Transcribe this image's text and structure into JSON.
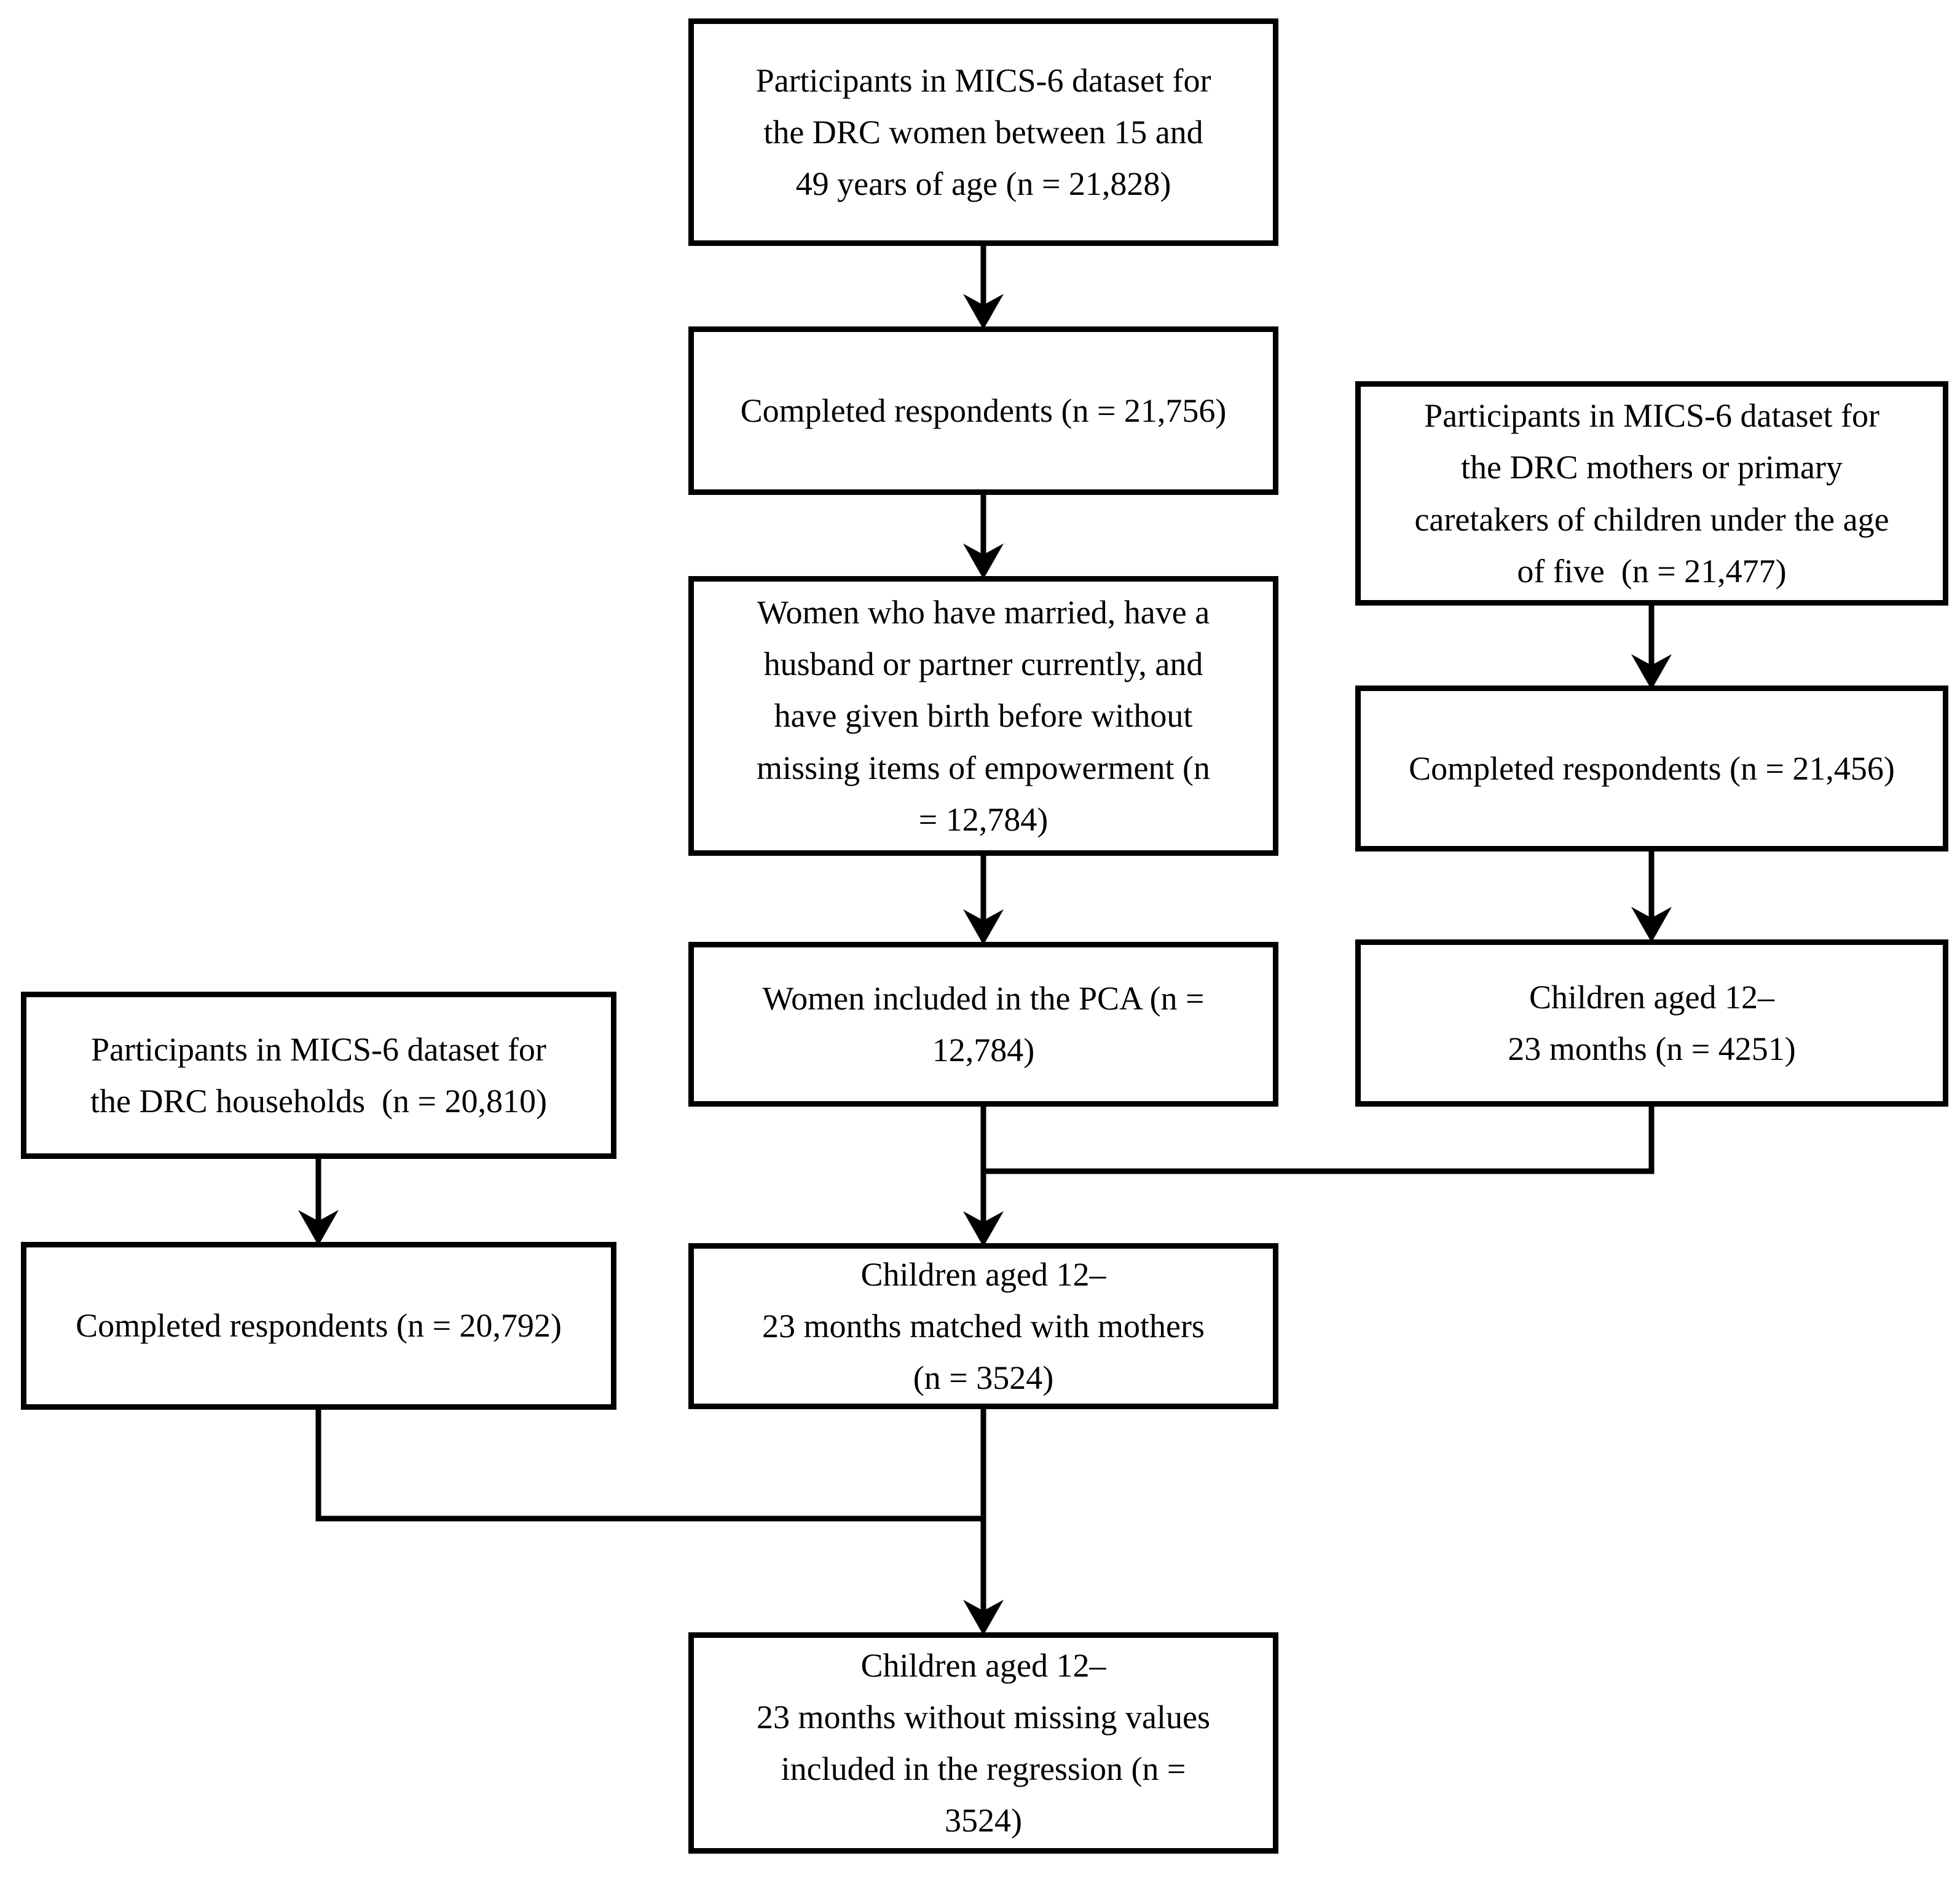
{
  "figure_type": "participant-flow-diagram",
  "colors": {
    "background": "#ffffff",
    "box_border": "#000000",
    "box_fill": "#ffffff",
    "line": "#000000",
    "text": "#000000"
  },
  "nodes": {
    "women_dataset": {
      "text": "Participants in MICS-6 dataset for\nthe DRC women between 15 and\n49 years of age (n = 21,828)",
      "n": "21,828"
    },
    "completed_women": {
      "text": "Completed respondents (n = 21,756)",
      "n": "21,756"
    },
    "married_women": {
      "text": "Women who have married, have a\nhusband or partner currently, and\nhave given birth before without\nmissing items of empowerment (n\n= 12,784)",
      "n": "12,784"
    },
    "pca_women": {
      "text": "Women included in the PCA (n =\n12,784)",
      "n": "12,784"
    },
    "mothers_dataset": {
      "text": "Participants in MICS-6 dataset for\nthe DRC mothers or primary\ncaretakers of children under the age\nof five  (n = 21,477)",
      "n": "21,477"
    },
    "completed_mothers": {
      "text": "Completed respondents (n = 21,456)",
      "n": "21,456"
    },
    "children_12_23": {
      "text": "Children aged 12–\n23 months (n = 4251)",
      "n": "4251"
    },
    "households_dataset": {
      "text": "Participants in MICS-6 dataset for\nthe DRC households  (n = 20,810)",
      "n": "20,810"
    },
    "completed_households": {
      "text": "Completed respondents (n = 20,792)",
      "n": "20,792"
    },
    "matched_children": {
      "text": "Children aged 12–\n23 months matched with mothers\n(n = 3524)",
      "n": "3524"
    },
    "regression_children": {
      "text": "Children aged 12–\n23 months without missing values\nincluded in the regression (n =\n3524)",
      "n": "3524"
    }
  },
  "edges": [
    {
      "from": "women_dataset",
      "to": "completed_women"
    },
    {
      "from": "completed_women",
      "to": "married_women"
    },
    {
      "from": "married_women",
      "to": "pca_women"
    },
    {
      "from": "pca_women",
      "to": "matched_children"
    },
    {
      "from": "mothers_dataset",
      "to": "completed_mothers"
    },
    {
      "from": "completed_mothers",
      "to": "children_12_23"
    },
    {
      "from": "children_12_23",
      "to": "matched_children"
    },
    {
      "from": "households_dataset",
      "to": "completed_households"
    },
    {
      "from": "completed_households",
      "to": "regression_children"
    },
    {
      "from": "matched_children",
      "to": "regression_children"
    }
  ]
}
